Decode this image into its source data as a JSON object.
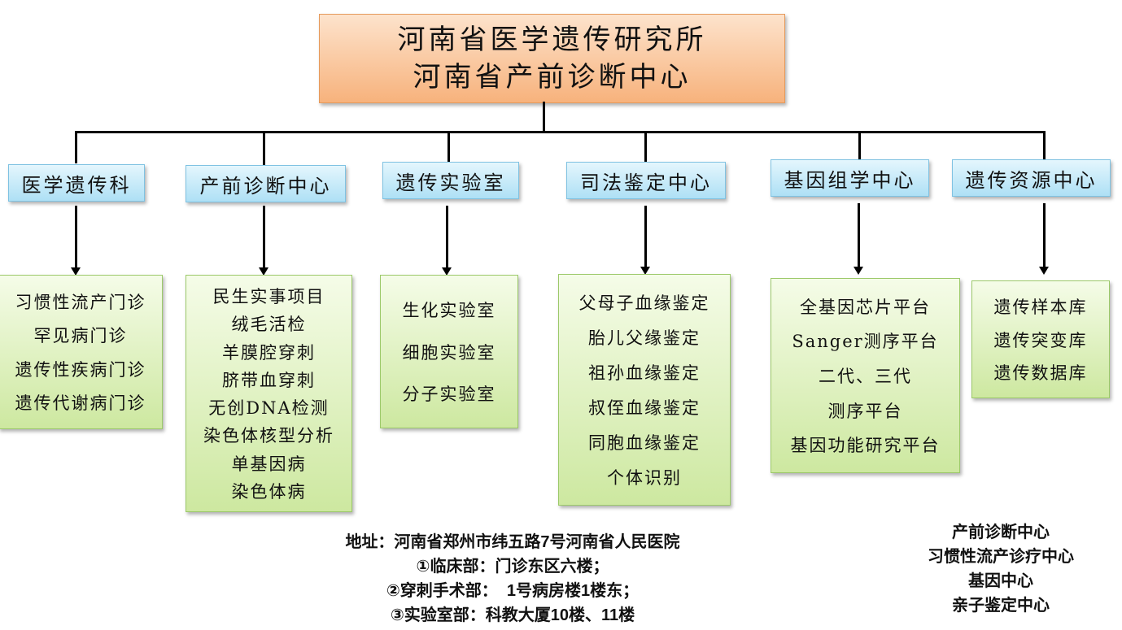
{
  "root": {
    "line1": "河南省医学遗传研究所",
    "line2": "河南省产前诊断中心"
  },
  "departments": [
    {
      "name": "医学遗传科",
      "items": [
        "习惯性流产门诊",
        "罕见病门诊",
        "遗传性疾病门诊",
        "遗传代谢病门诊"
      ]
    },
    {
      "name": "产前诊断中心",
      "items": [
        "民生实事项目",
        "绒毛活检",
        "羊膜腔穿刺",
        "脐带血穿刺",
        "无创DNA检测",
        "染色体核型分析",
        "单基因病",
        "染色体病"
      ]
    },
    {
      "name": "遗传实验室",
      "items": [
        "生化实验室",
        "细胞实验室",
        "分子实验室"
      ]
    },
    {
      "name": "司法鉴定中心",
      "items": [
        "父母子血缘鉴定",
        "胎儿父缘鉴定",
        "祖孙血缘鉴定",
        "叔侄血缘鉴定",
        "同胞血缘鉴定",
        "个体识别"
      ]
    },
    {
      "name": "基因组学中心",
      "items": [
        "全基因芯片平台",
        "Sanger测序平台",
        "二代、三代",
        "测序平台",
        "基因功能研究平台"
      ]
    },
    {
      "name": "遗传资源中心",
      "items": [
        "遗传样本库",
        "遗传突变库",
        "遗传数据库"
      ]
    }
  ],
  "address": {
    "line1": "地址：河南省郑州市纬五路7号河南省人民医院",
    "line2": "①临床部：门诊东区六楼；",
    "line3": "②穿刺手术部：  1号病房楼1楼东；",
    "line4": "③实验室部：科教大厦10楼、11楼"
  },
  "centers": [
    "产前诊断中心",
    "习惯性流产诊疗中心",
    "基因中心",
    "亲子鉴定中心"
  ]
}
